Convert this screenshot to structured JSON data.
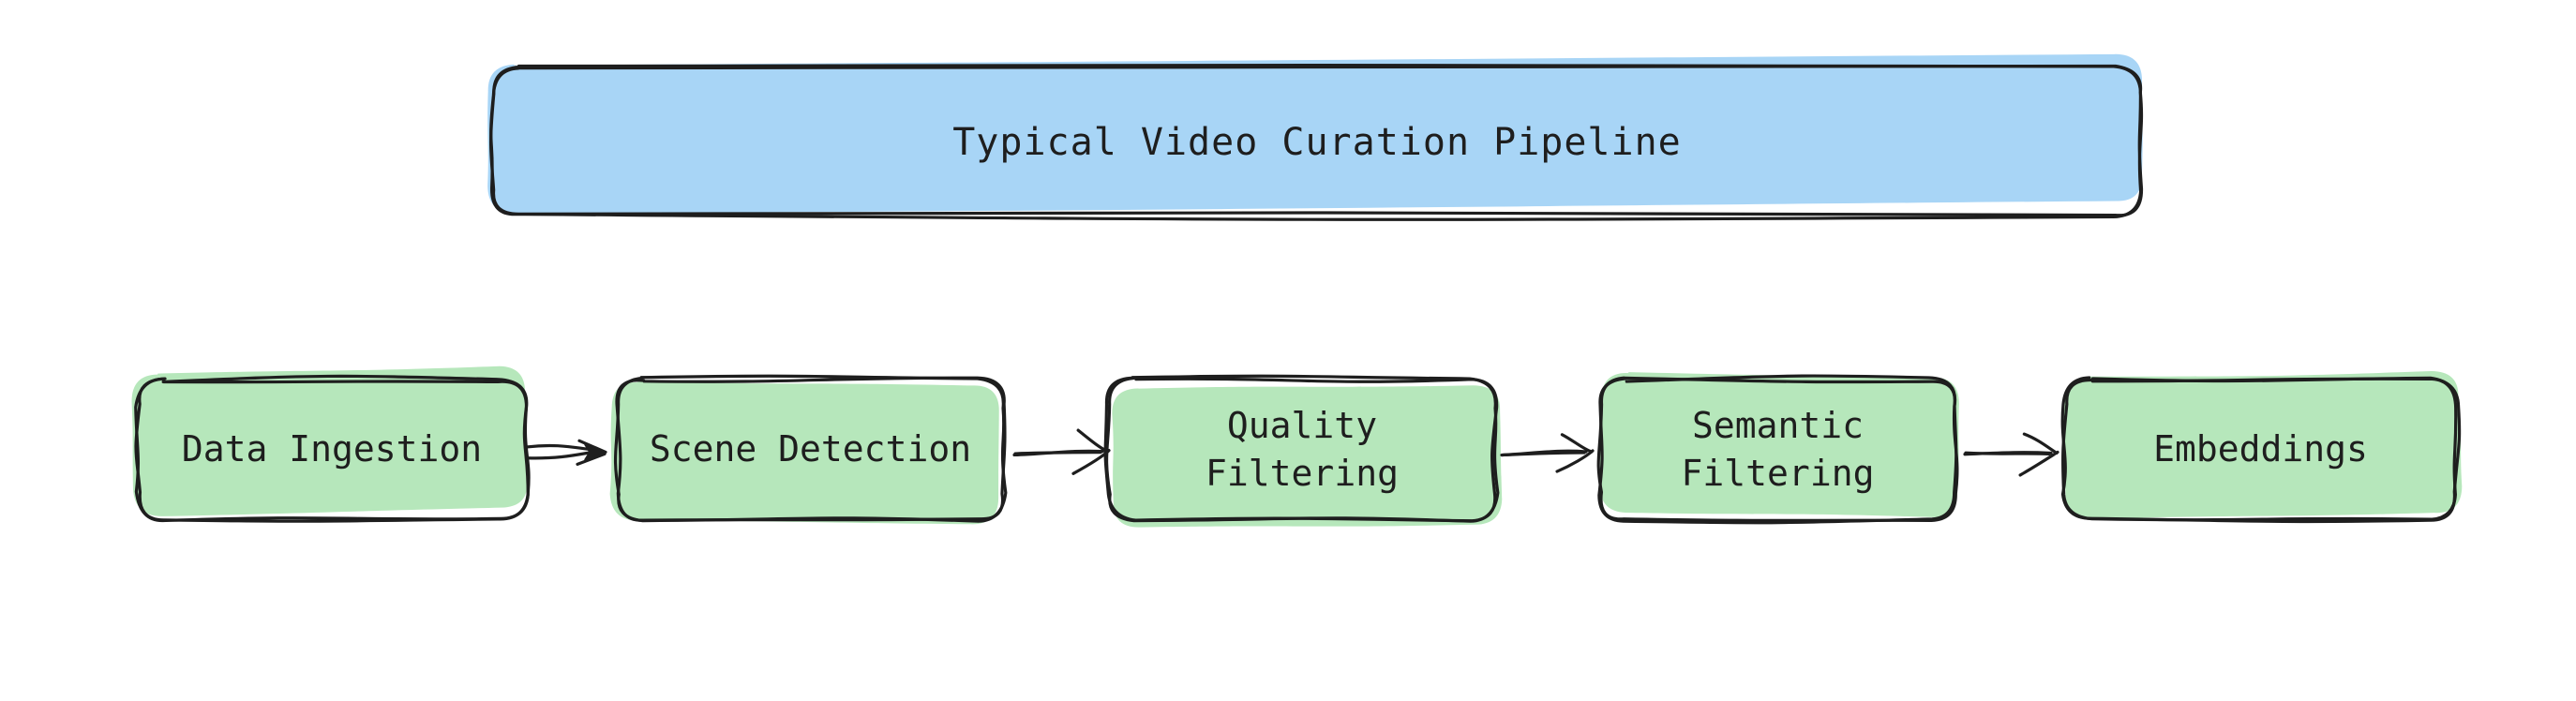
{
  "title": {
    "label": "Typical Video Curation Pipeline"
  },
  "pipeline": {
    "nodes": [
      {
        "id": "data-ingestion",
        "label": "Data Ingestion"
      },
      {
        "id": "scene-detection",
        "label": "Scene Detection"
      },
      {
        "id": "quality-filtering",
        "label": "Quality\nFiltering"
      },
      {
        "id": "semantic-filtering",
        "label": "Semantic\nFiltering"
      },
      {
        "id": "embeddings",
        "label": "Embeddings"
      }
    ],
    "connections": [
      {
        "from": "data-ingestion",
        "to": "scene-detection"
      },
      {
        "from": "scene-detection",
        "to": "quality-filtering"
      },
      {
        "from": "quality-filtering",
        "to": "semantic-filtering"
      },
      {
        "from": "semantic-filtering",
        "to": "embeddings"
      }
    ]
  },
  "colors": {
    "background": "#ffffff",
    "stroke": "#1e1e1e",
    "text": "#1e1e1e",
    "title_fill": "#a8d5f6",
    "node_fill": "#b6e7bb"
  }
}
